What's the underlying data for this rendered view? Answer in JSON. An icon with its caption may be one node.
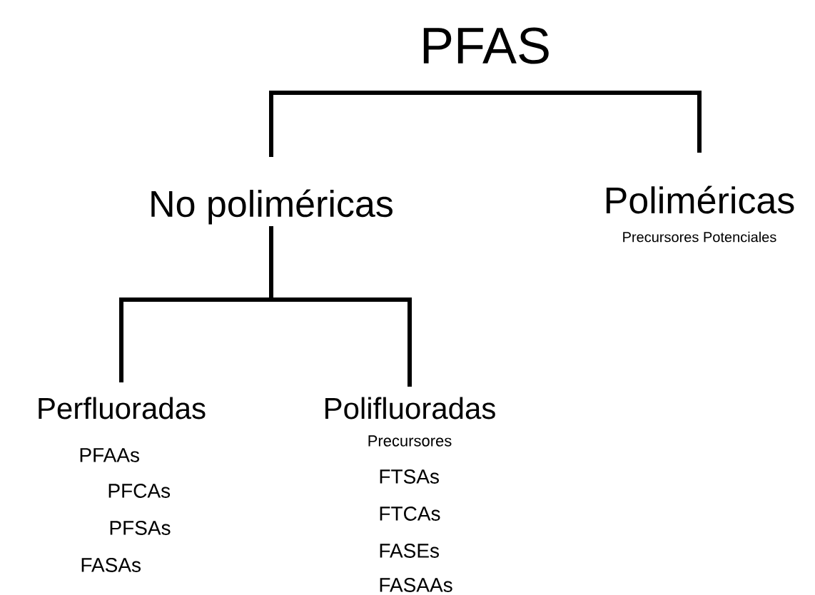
{
  "diagram": {
    "nodes": [
      {
        "text": [
          "PFAS"
        ]
      },
      {
        "text": [
          "No poliméricas"
        ]
      },
      {
        "text": [
          "Poliméricas"
        ],
        "beside": [
          "Precursores Potenciales"
        ]
      },
      {
        "text": [
          "Perfluoradas"
        ],
        "beside": [
          "PFAAs",
          "PFCAs",
          "PFSAs",
          "FASAs"
        ]
      },
      {
        "text": [
          "Polifluoradas"
        ],
        "beside": [
          "Precursores",
          "FTSAs",
          "FTCAs",
          "FASEs",
          "FASAAs"
        ]
      }
    ],
    "edges": [
      {
        "from": 0,
        "to": 1,
        "arrow": "none"
      },
      {
        "from": 0,
        "to": 2,
        "arrow": "none"
      },
      {
        "from": 1,
        "to": 3,
        "arrow": "none"
      },
      {
        "from": 1,
        "to": 4,
        "arrow": "none"
      }
    ]
  }
}
